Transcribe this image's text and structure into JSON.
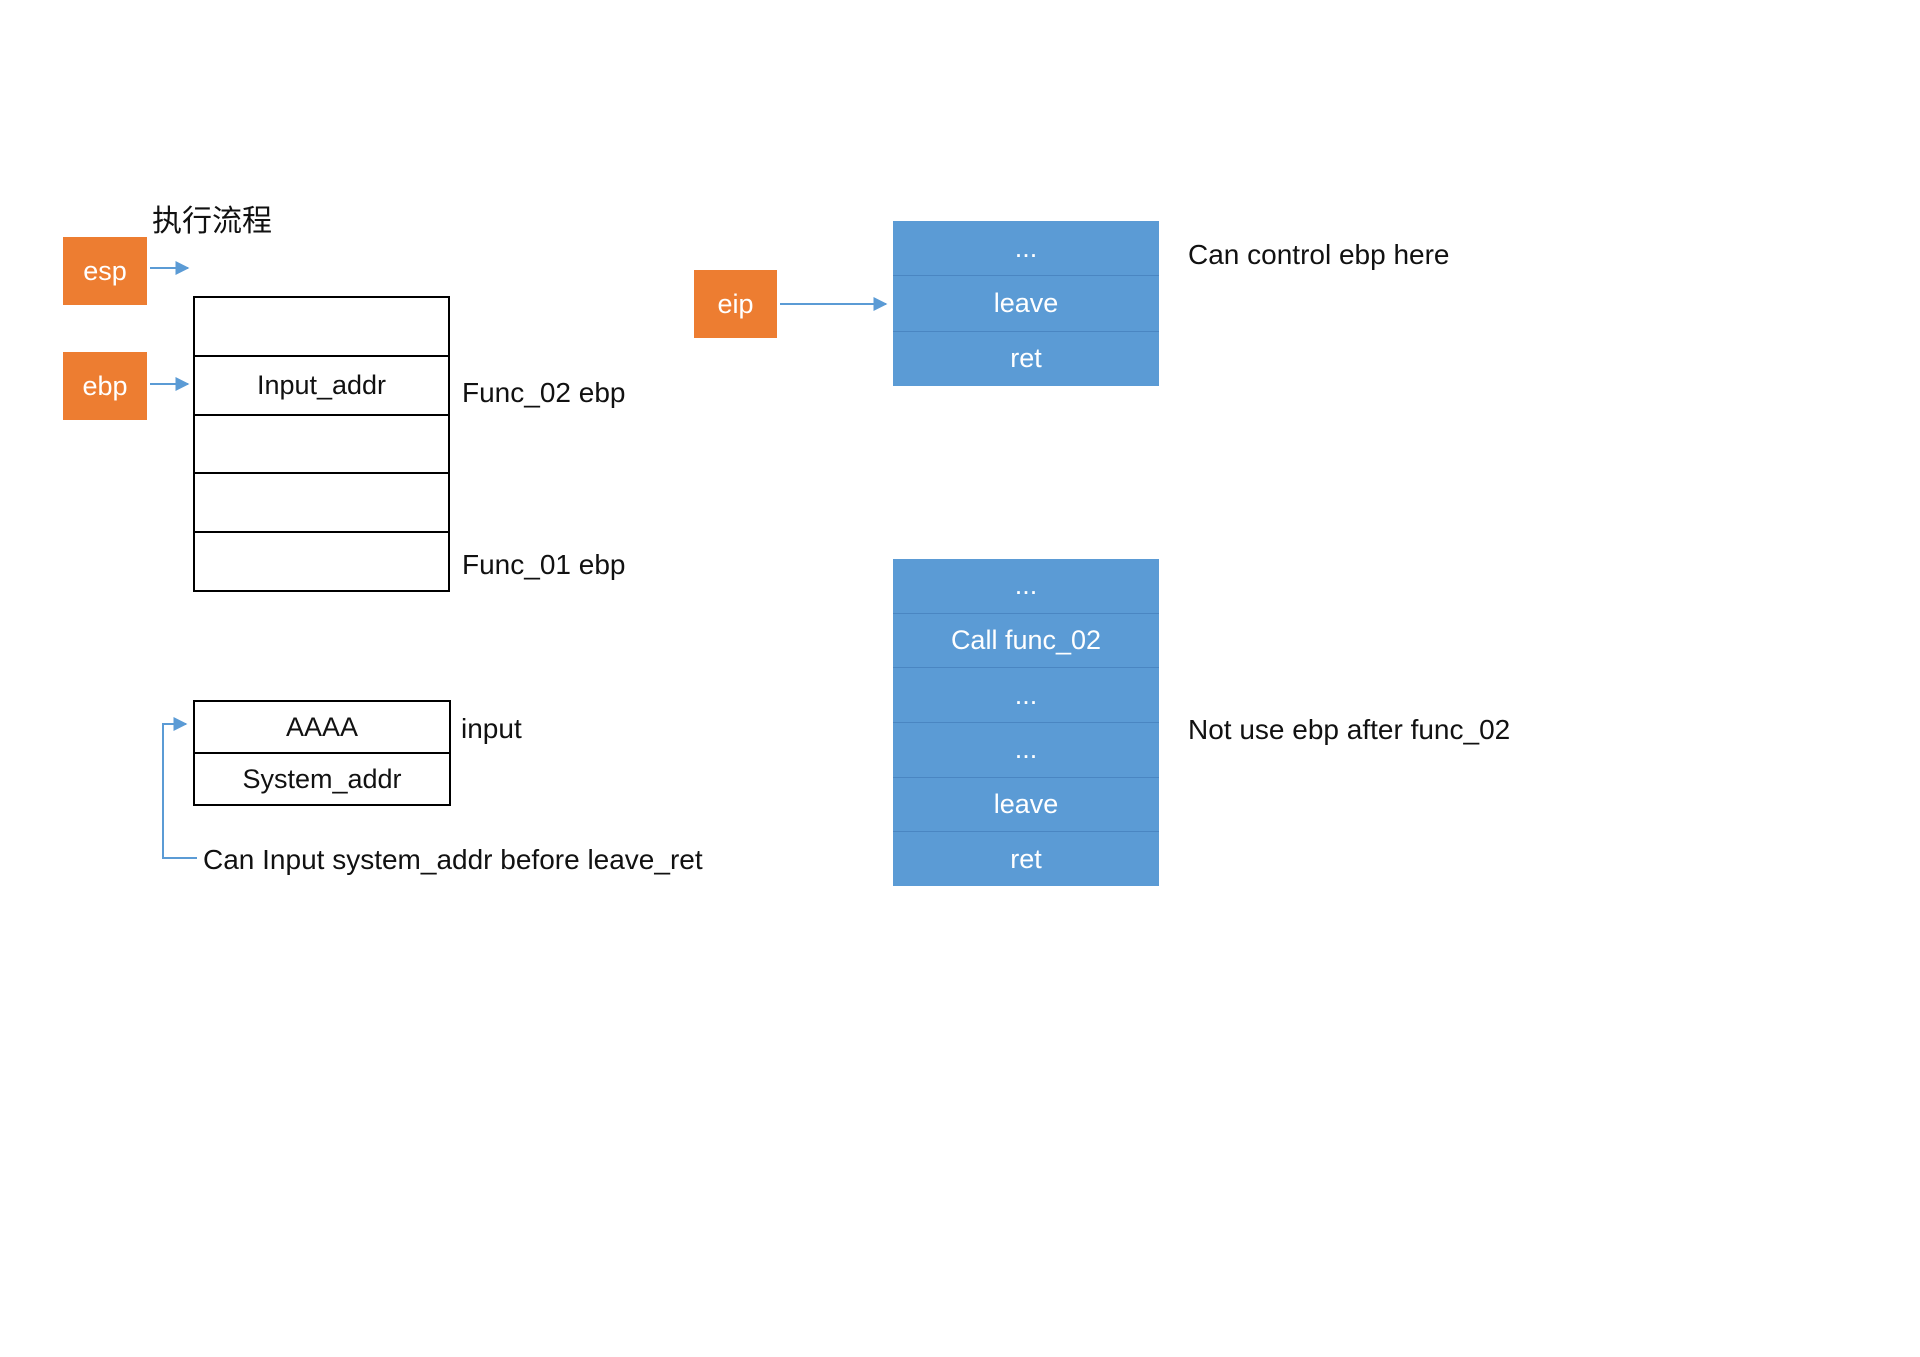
{
  "title": "执行流程",
  "colors": {
    "register_fill": "#ED7D31",
    "code_fill": "#5B9BD5",
    "code_divider": "#4A86C2",
    "arrow": "#5B9BD5",
    "stack_border": "#000000"
  },
  "registers": {
    "esp": "esp",
    "ebp": "ebp",
    "eip": "eip"
  },
  "stack_table": {
    "rows": [
      "",
      "Input_addr",
      "",
      "",
      ""
    ],
    "labels": {
      "func02_ebp": "Func_02 ebp",
      "func01_ebp": "Func_01 ebp"
    }
  },
  "code_table_top": {
    "rows": [
      "...",
      "leave",
      "ret"
    ],
    "label": "Can control ebp here"
  },
  "code_table_bottom": {
    "rows": [
      "...",
      "Call func_02",
      "...",
      "...",
      "leave",
      "ret"
    ],
    "label": "Not use ebp after func_02"
  },
  "input_table": {
    "rows": [
      "AAAA",
      "System_addr"
    ],
    "label": "input",
    "annotation": "Can Input system_addr before leave_ret"
  }
}
